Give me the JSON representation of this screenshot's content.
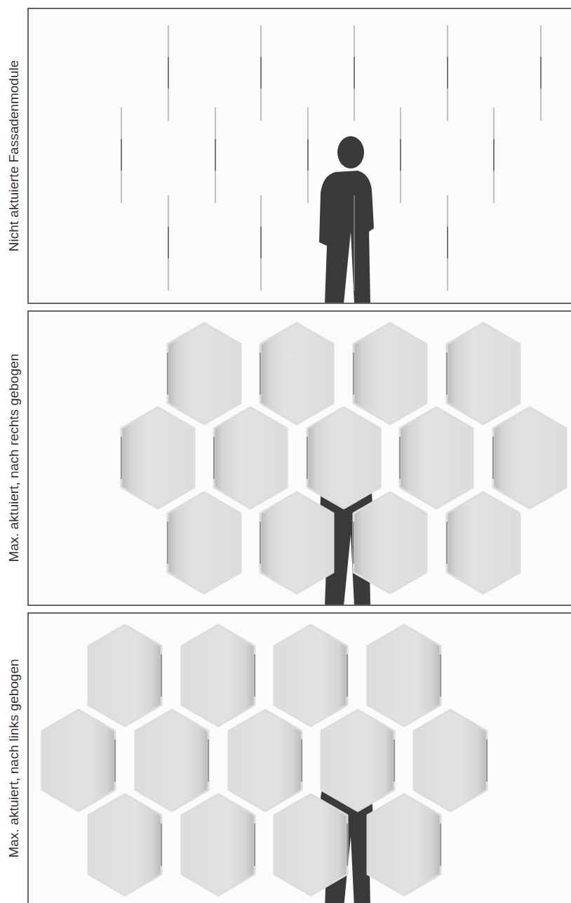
{
  "diagram": {
    "labels": [
      "Nicht aktuierte Fassadenmodule",
      "Max. aktuiert, nach rechts gebogen",
      "Max. aktuiert, nach links gebogen"
    ]
  }
}
